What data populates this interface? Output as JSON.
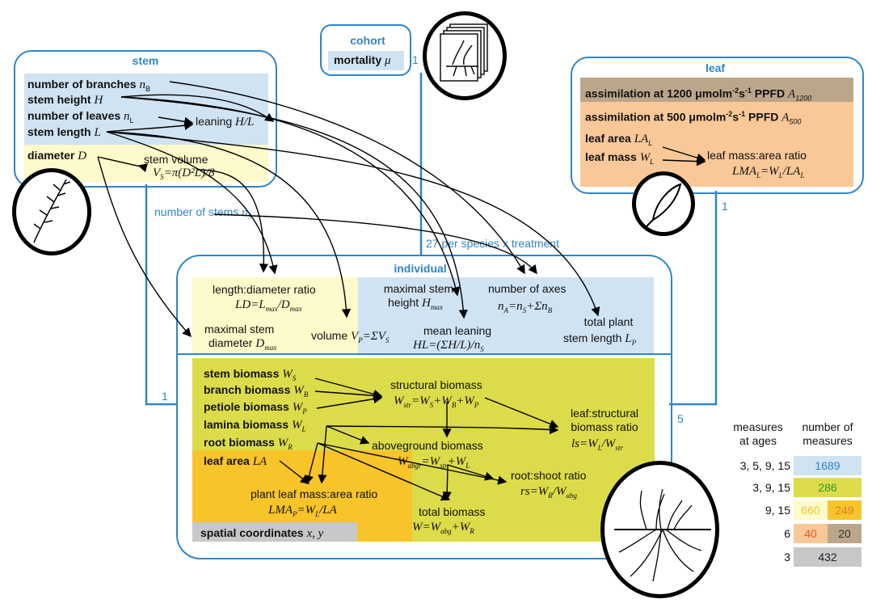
{
  "colors": {
    "blue_line": "#2f86c6",
    "light_blue": "#cfe3f3",
    "light_yellow": "#fdfacb",
    "olive": "#dcdc4a",
    "orange_gold": "#f7c42a",
    "tan": "#bca68a",
    "peach": "#f8c898",
    "grey": "#c8c8c8"
  },
  "cohort": {
    "title": "cohort",
    "mortality": "mortality",
    "mortality_sym": "μ"
  },
  "stem": {
    "title": "stem",
    "branches": "number of branches",
    "branches_sym": "n",
    "branches_sub": "B",
    "height": "stem height",
    "height_sym": "H",
    "leaves": "number of leaves",
    "leaves_sym": "n",
    "leaves_sub": "L",
    "length": "stem length",
    "length_sym": "L",
    "leaning": "leaning",
    "leaning_sym": "H/L",
    "diameter": "diameter",
    "diameter_sym": "D",
    "volume": "stem volume",
    "volume_formula": "V",
    "volume_formula_sub": "S",
    "volume_formula_rest": "=π(D²L)/8"
  },
  "leaf": {
    "title": "leaf",
    "a1200_prefix": "assimilation at 1200 μmolm",
    "a1200_sup": "-2",
    "a1200_mid": "s",
    "a1200_sup2": "-1",
    "a1200_suffix": " PPFD",
    "a1200_sym": "A",
    "a1200_sub": "1200",
    "a500_prefix": "assimilation at 500 μmolm",
    "a500_sup": "-2",
    "a500_mid": "s",
    "a500_sup2": "-1",
    "a500_suffix": " PPFD",
    "a500_sym": "A",
    "a500_sub": "500",
    "area": "leaf area",
    "area_sym": "LA",
    "area_sub": "L",
    "mass": "leaf mass",
    "mass_sym": "W",
    "mass_sub": "L",
    "lma": "leaf mass:area ratio",
    "lma_formula": "LMA",
    "lma_formula_sub": "L",
    "lma_formula_eq": "=W",
    "lma_formula_sub2": "L",
    "lma_formula_rest": "/LA",
    "lma_formula_sub3": "L"
  },
  "links": {
    "stems": "number of stems",
    "stems_sym": "n",
    "stems_sub": "S",
    "per_species": "27 per species x treatment",
    "one_a": "1",
    "one_b": "1",
    "one_c": "1",
    "five": "5"
  },
  "individual": {
    "title": "individual",
    "ld": "length:diameter ratio",
    "ld_formula": "LD=L",
    "ld_sub1": "max",
    "ld_mid": "/D",
    "ld_sub2": "max",
    "maxh": "maximal stem",
    "maxh2": "height",
    "maxh_sym": "H",
    "maxh_sub": "max",
    "axes": "number of axes",
    "axes_formula": "n",
    "axes_sub1": "A",
    "axes_mid": "=n",
    "axes_sub2": "S",
    "axes_rest": "+Σn",
    "axes_sub3": "B",
    "maxd": "maximal stem",
    "maxd2": "diameter",
    "maxd_sym": "D",
    "maxd_sub": "max",
    "vol": "volume",
    "vol_sym": "V",
    "vol_sub": "P",
    "vol_rest": "=ΣV",
    "vol_sub2": "S",
    "lean": "mean leaning",
    "lean_formula": "HL=(ΣH/L)/n",
    "lean_sub": "S",
    "tsl": "total plant",
    "tsl2": "stem length",
    "tsl_sym": "L",
    "tsl_sub": "P",
    "stem_bio": "stem biomass",
    "stem_bio_sym": "W",
    "stem_bio_sub": "S",
    "branch_bio": "branch biomass",
    "branch_bio_sym": "W",
    "branch_bio_sub": "B",
    "pet_bio": "petiole biomass",
    "pet_bio_sym": "W",
    "pet_bio_sub": "P",
    "lam_bio": "lamina biomass",
    "lam_bio_sym": "W",
    "lam_bio_sub": "L",
    "root_bio": "root biomass",
    "root_bio_sym": "W",
    "root_bio_sub": "R",
    "larea": "leaf area",
    "larea_sym": "LA",
    "struct": "structural biomass",
    "struct_f": "W",
    "struct_s1": "str",
    "struct_m1": "=W",
    "struct_s2": "S",
    "struct_m2": "+W",
    "struct_s3": "B",
    "struct_m3": "+W",
    "struct_s4": "P",
    "lsr": "leaf:structural",
    "lsr2": "biomass ratio",
    "lsr_f": "ls=W",
    "lsr_s1": "L",
    "lsr_m": "/W",
    "lsr_s2": "str",
    "agb": "aboveground biomass",
    "agb_f": "W",
    "agb_s1": "abgr",
    "agb_m": "=W",
    "agb_s2": "str",
    "agb_r": "+W",
    "agb_s3": "L",
    "rsr": "root:shoot ratio",
    "rsr_f": "rs=W",
    "rsr_s1": "R",
    "rsr_m": "/W",
    "rsr_s2": "abg",
    "plma": "plant leaf mass:area ratio",
    "plma_f": "LMA",
    "plma_s1": "P",
    "plma_m": "=W",
    "plma_s2": "L",
    "plma_r": "/LA",
    "tb": "total biomass",
    "tb_f": "W=W",
    "tb_s1": "abg",
    "tb_m": "+W",
    "tb_s2": "R",
    "spatial": "spatial coordinates",
    "spatial_sym": "x, y"
  },
  "legend": {
    "h1a": "measures",
    "h1b": "at ages",
    "h2a": "number of",
    "h2b": "measures",
    "rows": [
      {
        "ages": "3, 5, 9, 15"
      },
      {
        "ages": "3, 9, 15"
      },
      {
        "ages": "9, 15"
      },
      {
        "ages": "6"
      },
      {
        "ages": "3"
      }
    ],
    "c1689": "1689",
    "c286": "286",
    "c660": "660",
    "c249": "249",
    "c40": "40",
    "c20": "20",
    "c432": "432"
  }
}
